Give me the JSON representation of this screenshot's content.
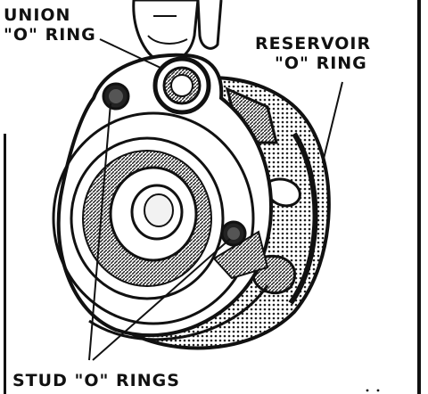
{
  "labels": {
    "union_line1": "UNION",
    "union_line2": "\"O\" RING",
    "reservoir_line1": "RESERVOIR",
    "reservoir_line2": "\"O\" RING",
    "stud": "STUD \"O\" RINGS"
  },
  "colors": {
    "ink": "#111111",
    "paper": "#ffffff",
    "shade": "#555555"
  }
}
